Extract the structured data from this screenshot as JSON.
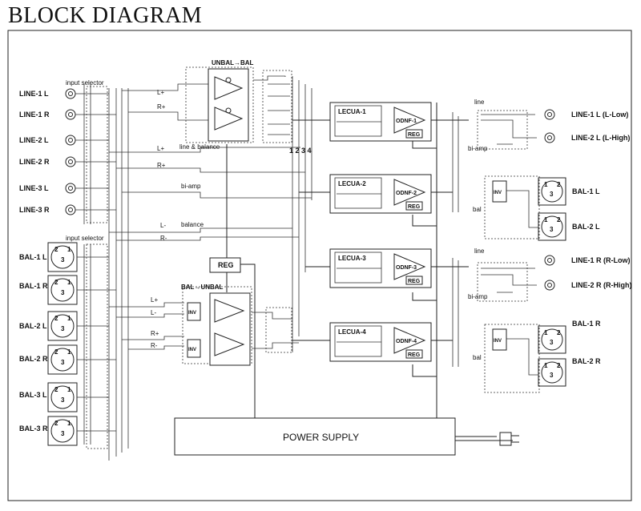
{
  "title": "BLOCK DIAGRAM",
  "labels": {
    "input_selector": "input selector",
    "unbal_bal": "UNBAL→BAL",
    "bal_unbal": "BAL→UNBAL",
    "line_balance": "line & balance",
    "bi_amp": "bi-amp",
    "balance": "balance",
    "line": "line",
    "bal": "bal",
    "reg": "REG",
    "inv": "INV",
    "power_supply": "POWER SUPPLY",
    "bus_numbers": "1 2 3 4"
  },
  "signals": {
    "l_plus": "L+",
    "r_plus": "R+",
    "l_minus": "L-",
    "r_minus": "R-"
  },
  "inputs_line": [
    "LINE-1 L",
    "LINE-1 R",
    "LINE-2 L",
    "LINE-2 R",
    "LINE-3 L",
    "LINE-3 R"
  ],
  "inputs_bal": [
    "BAL-1 L",
    "BAL-1 R",
    "BAL-2 L",
    "BAL-2 R",
    "BAL-3 L",
    "BAL-3 R"
  ],
  "lecua": [
    "LECUA-1",
    "LECUA-2",
    "LECUA-3",
    "LECUA-4"
  ],
  "odnf": [
    "ODNF-1",
    "ODNF-2",
    "ODNF-3",
    "ODNF-4"
  ],
  "outputs_line": [
    "LINE-1 L (L-Low)",
    "LINE-2 L (L-High)",
    "LINE-1 R (R-Low)",
    "LINE-2 R (R-High)"
  ],
  "outputs_bal": [
    "BAL-1 L",
    "BAL-2 L",
    "BAL-1 R",
    "BAL-2 R"
  ],
  "xlr_pins": [
    "1",
    "2",
    "3"
  ]
}
